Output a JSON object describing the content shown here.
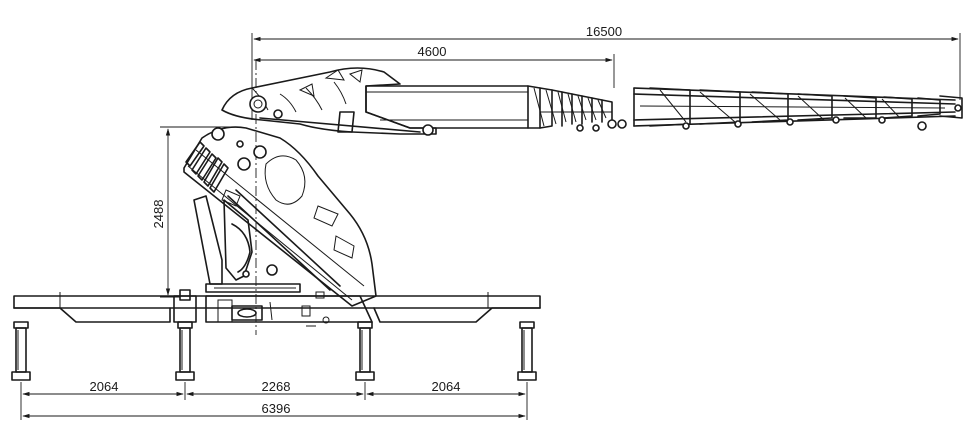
{
  "dimensions": {
    "max_reach": "16500",
    "first_section": "4600",
    "height": "2488",
    "outrigger_left": "2064",
    "outrigger_center": "2268",
    "outrigger_right": "2064",
    "total_width": "6396"
  },
  "colors": {
    "line": "#1a1a1a",
    "background": "#ffffff"
  }
}
